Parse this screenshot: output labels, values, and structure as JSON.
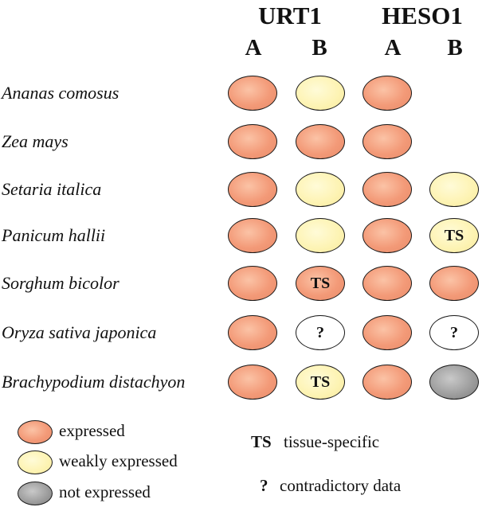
{
  "headers": {
    "gene1": "URT1",
    "gene2": "HESO1",
    "subs": [
      "A",
      "B",
      "A",
      "B"
    ]
  },
  "rows": [
    {
      "species": "Ananas comosus",
      "cells": [
        {
          "state": "expressed",
          "label": ""
        },
        {
          "state": "weak",
          "label": ""
        },
        {
          "state": "expressed",
          "label": ""
        },
        {
          "state": "empty",
          "label": ""
        }
      ]
    },
    {
      "species": "Zea mays",
      "cells": [
        {
          "state": "expressed",
          "label": ""
        },
        {
          "state": "expressed",
          "label": ""
        },
        {
          "state": "expressed",
          "label": ""
        },
        {
          "state": "empty",
          "label": ""
        }
      ]
    },
    {
      "species": "Setaria italica",
      "cells": [
        {
          "state": "expressed",
          "label": ""
        },
        {
          "state": "weak",
          "label": ""
        },
        {
          "state": "expressed",
          "label": ""
        },
        {
          "state": "weak",
          "label": ""
        }
      ]
    },
    {
      "species": "Panicum hallii",
      "cells": [
        {
          "state": "expressed",
          "label": ""
        },
        {
          "state": "weak",
          "label": ""
        },
        {
          "state": "expressed",
          "label": ""
        },
        {
          "state": "weak",
          "label": "TS"
        }
      ]
    },
    {
      "species": "Sorghum bicolor",
      "cells": [
        {
          "state": "expressed",
          "label": ""
        },
        {
          "state": "expressed",
          "label": "TS"
        },
        {
          "state": "expressed",
          "label": ""
        },
        {
          "state": "expressed",
          "label": ""
        }
      ]
    },
    {
      "species": "Oryza sativa  japonica",
      "cells": [
        {
          "state": "expressed",
          "label": ""
        },
        {
          "state": "unknown",
          "label": "?"
        },
        {
          "state": "expressed",
          "label": ""
        },
        {
          "state": "unknown",
          "label": "?"
        }
      ]
    },
    {
      "species": "Brachypodium distachyon",
      "cells": [
        {
          "state": "expressed",
          "label": ""
        },
        {
          "state": "weak",
          "label": "TS"
        },
        {
          "state": "expressed",
          "label": ""
        },
        {
          "state": "none",
          "label": ""
        }
      ]
    }
  ],
  "legend": {
    "expressed": "expressed",
    "weak": "weakly expressed",
    "none": "not expressed"
  },
  "key": {
    "ts_symbol": "TS",
    "ts_text": "tissue-specific",
    "q_symbol": "?",
    "q_text": "contradictory data"
  }
}
